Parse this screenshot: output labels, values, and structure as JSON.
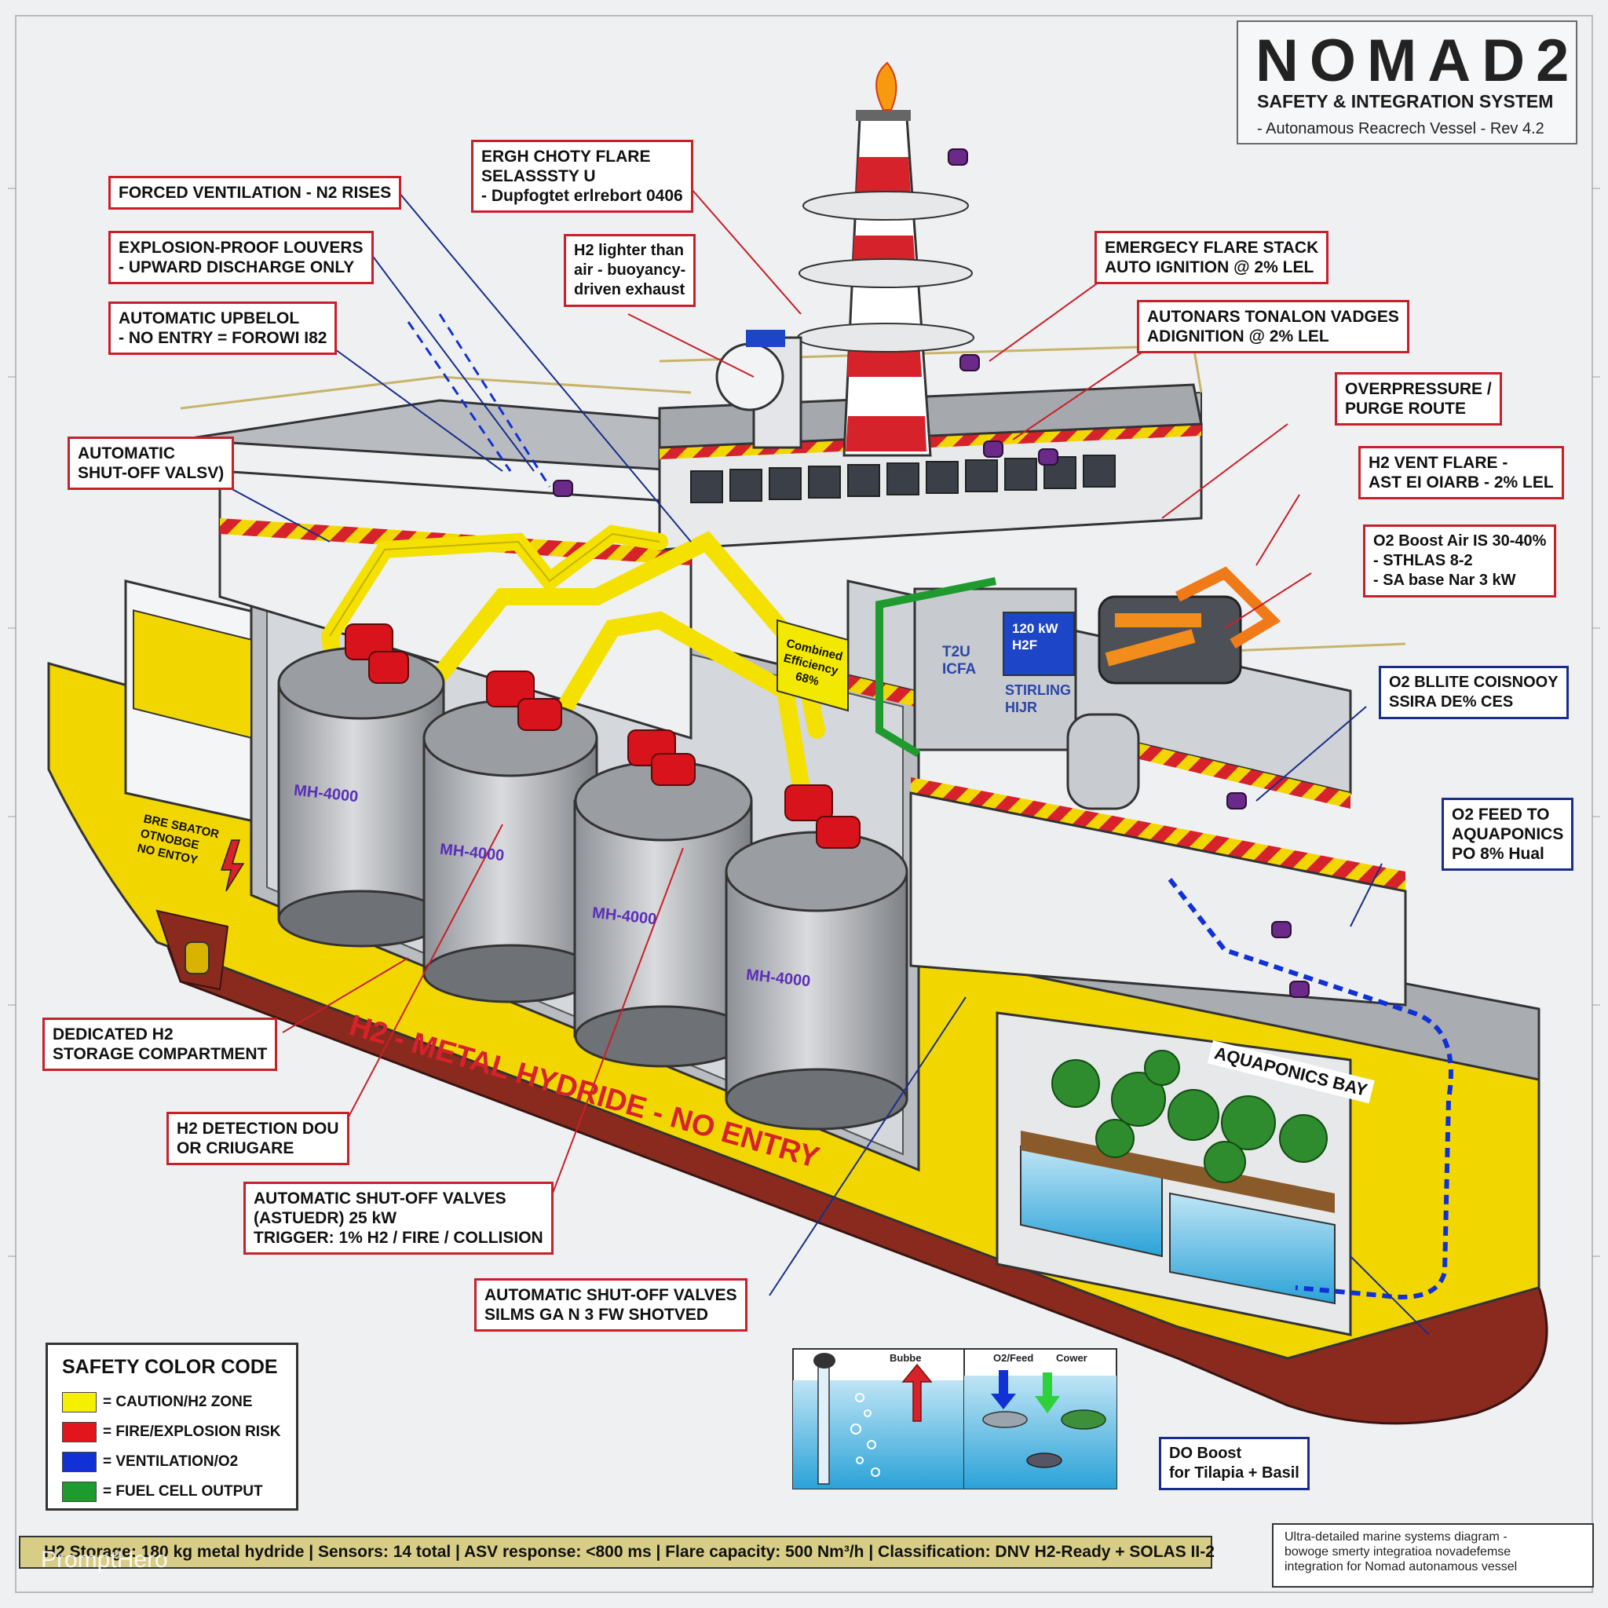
{
  "header": {
    "title": "NOMAD2",
    "subtitle": "SAFETY & INTEGRATION SYSTEM",
    "revision": "- Autonamous Reacrech Vessel - Rev 4.2"
  },
  "callouts_left": [
    {
      "lines": [
        "FORCED VENTILATION - N2 RISES"
      ]
    },
    {
      "lines": [
        "EXPLOSION-PROOF LOUVERS",
        "- UPWARD DISCHARGE ONLY"
      ]
    },
    {
      "lines": [
        "AUTOMATIC UPBELOL",
        "- NO ENTRY = FOROWI I82"
      ]
    },
    {
      "lines": [
        "AUTOMATIC",
        "SHUT-OFF VALSV)"
      ]
    },
    {
      "lines": [
        "DEDICATED H2",
        "STORAGE COMPARTMENT"
      ]
    },
    {
      "lines": [
        "H2 DETECTION DOU",
        "OR CRIUGARE"
      ]
    },
    {
      "lines": [
        "AUTOMATIC SHUT-OFF VALVES",
        "(ASTUEDR) 25 kW",
        "TRIGGER: 1% H2 / FIRE / COLLISION"
      ]
    },
    {
      "lines": [
        "AUTOMATIC SHUT-OFF VALVES",
        "SILMS GA N 3 FW SHOTVED"
      ]
    }
  ],
  "callouts_top": [
    {
      "lines": [
        "ERGH CHOTY FLARE",
        "SELASSSTY U",
        "- Dupfogtet erlrebort 0406"
      ]
    },
    {
      "lines": [
        "H2 lighter than",
        "air - buoyancy-",
        "driven exhaust"
      ]
    }
  ],
  "callouts_right": [
    {
      "lines": [
        "EMERGECY FLARE STACK",
        "AUTO IGNITION @ 2% LEL"
      ]
    },
    {
      "lines": [
        "AUTONARS TONALON VADGES",
        "ADIGNITION @ 2% LEL"
      ]
    },
    {
      "lines": [
        "OVERPRESSURE /",
        "PURGE ROUTE"
      ]
    },
    {
      "lines": [
        "H2 VENT FLARE -",
        "AST EI OIARB - 2% LEL"
      ]
    },
    {
      "lines": [
        "O2 Boost Air IS 30-40%",
        "- STHLAS 8-2",
        "- SA base Nar 3 kW"
      ]
    },
    {
      "lines": [
        "O2 BLLITE COISNOOY",
        "SSIRA DE% CES"
      ]
    },
    {
      "lines": [
        "O2 FEED TO",
        "AQUAPONICS",
        "PO 8% Hual"
      ]
    },
    {
      "lines": [
        "DO Boost",
        "for Tilapia + Basil"
      ]
    }
  ],
  "hull": {
    "tank_label": "MH-4000",
    "hull_text": "H2 - METAL HYDRIDE - NO ENTRY",
    "side_sign": [
      "BRE SBATOR",
      "OTNOBGE",
      "NO ENTOY"
    ],
    "efficiency_sign": [
      "Combined",
      "Efficiency",
      "68%"
    ],
    "fuel_cell": [
      "120 kW",
      "H2F",
      "T2U",
      "ICFA",
      "STIRLING",
      "HIJR"
    ],
    "aquaponics_label": "AQUAPONICS BAY"
  },
  "insets": {
    "left_label": "Bubbe",
    "right_labels": [
      "O2/Feed",
      "Cower"
    ]
  },
  "legend": {
    "title": "SAFETY COLOR CODE",
    "items": [
      {
        "label": "= CAUTION/H2 ZONE",
        "color": "#f5ef00"
      },
      {
        "label": "= FIRE/EXPLOSION RISK",
        "color": "#e3151c"
      },
      {
        "label": "= VENTILATION/O2",
        "color": "#1131d6"
      },
      {
        "label": "= FUEL CELL OUTPUT",
        "color": "#1e9a2e"
      }
    ]
  },
  "footer": {
    "stats": "H2 Storage: 180 kg metal hydride | Sensors: 14 total | ASV response: <800 ms | Flare capacity: 500 Nm³/h | Classification: DNV H2-Ready + SOLAS II-2",
    "caption": [
      "Ultra-detailed marine systems diagram -",
      "bowoge smerty integratioa novadefemse",
      "integration for Nomad autonamous vessel"
    ],
    "watermark": "PromptHero"
  },
  "colors": {
    "hull_yellow": "#f2d600",
    "hull_red": "#8a2a1f",
    "superstructure": "#c9cdd2",
    "pipe_yellow": "#f4e100",
    "valve_red": "#d8131b",
    "stack_red": "#d6222a",
    "callout_red": "#c8202a",
    "callout_blue": "#1a2d8a"
  }
}
